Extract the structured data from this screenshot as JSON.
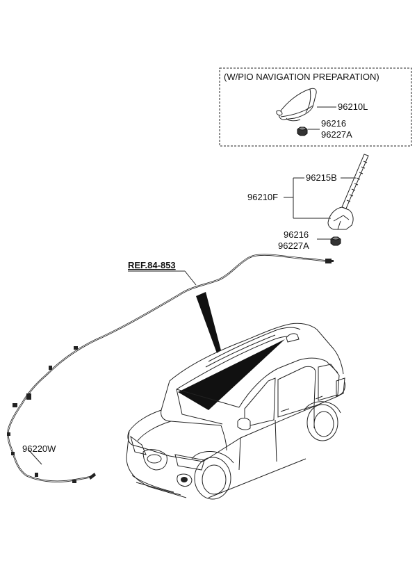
{
  "option_box": {
    "title": "(W/PIO NAVIGATION PREPARATION)"
  },
  "labels": {
    "p96210L": "96210L",
    "p96216_top": "96216",
    "p96227A_top": "96227A",
    "p96215B": "96215B",
    "p96210F": "96210F",
    "p96216": "96216",
    "p96227A": "96227A",
    "ref": "REF.84-853",
    "p96220W": "96220W"
  },
  "colors": {
    "line": "#222222",
    "fill_dark": "#111111",
    "background": "#ffffff"
  }
}
